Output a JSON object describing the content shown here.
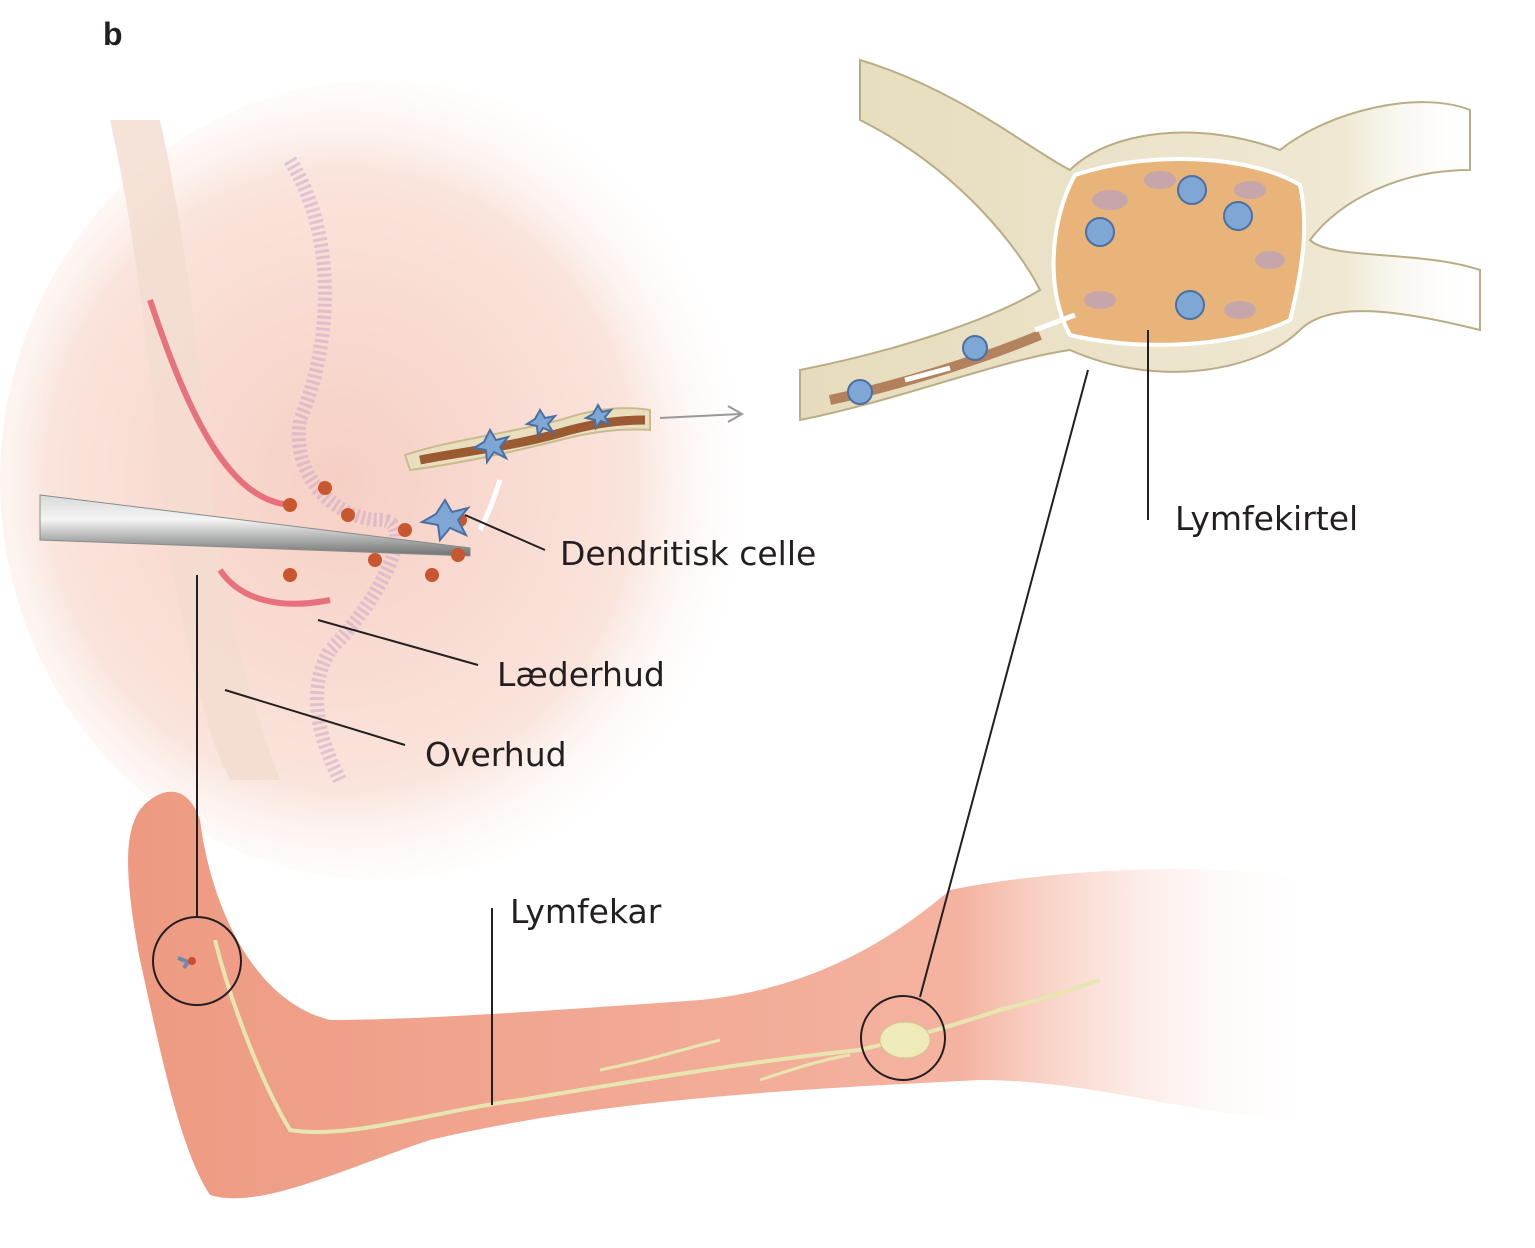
{
  "panel_letter": "b",
  "labels": {
    "dendritic_cell": "Dendritisk celle",
    "dermis": "Læderhud",
    "epidermis": "Overhud",
    "lymph_node": "Lymfekirtel",
    "lymph_vessel": "Lymfekar"
  },
  "colors": {
    "skin": "#f2a58e",
    "dermis": "#f7d6cc",
    "node": "#e8b47a",
    "capsule": "#e9dfbf",
    "dendritic_cell": "#7fa7d6",
    "antigen": "#c8562e",
    "vessel": "#e8e6b0",
    "line": "#231f20"
  }
}
